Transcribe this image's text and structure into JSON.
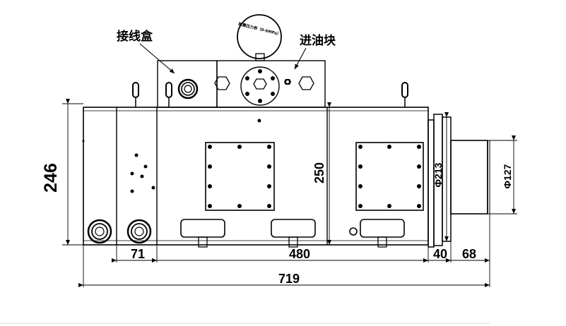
{
  "labels": {
    "junction_box": "接线盒",
    "oil_inlet_block": "进油块"
  },
  "gauge_text": "耐震压力表（0-6MPa）",
  "dimensions": {
    "overall_height": "246",
    "body_height": "250",
    "front_diameter": "Φ213",
    "shaft_diameter": "Φ127",
    "left_section": "71",
    "body_length": "480",
    "flange": "40",
    "shaft_length": "68",
    "overall_length": "719"
  }
}
